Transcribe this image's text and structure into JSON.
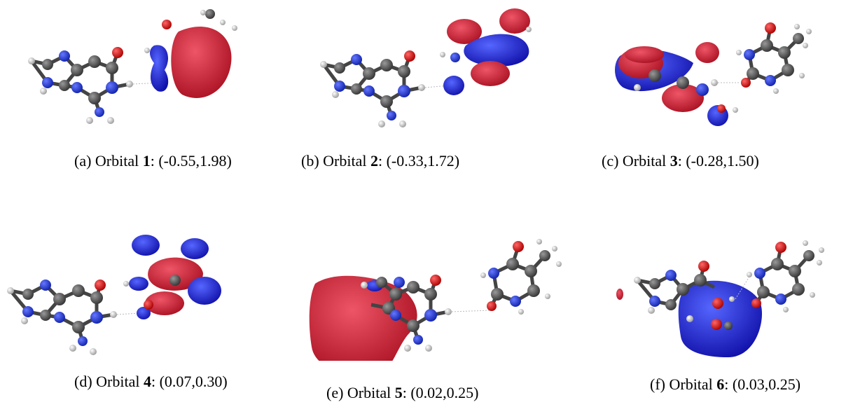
{
  "figure": {
    "panels": [
      {
        "id": "a",
        "label": "(a) Orbital ",
        "number": "1",
        "values": ":  (-0.55,1.98)"
      },
      {
        "id": "b",
        "label": "(b) Orbital ",
        "number": "2",
        "values": ":  (-0.33,1.72)"
      },
      {
        "id": "c",
        "label": "(c) Orbital ",
        "number": "3",
        "values": ":  (-0.28,1.50)"
      },
      {
        "id": "d",
        "label": "(d) Orbital ",
        "number": "4",
        "values": ":  (0.07,0.30)"
      },
      {
        "id": "e",
        "label": "(e) Orbital ",
        "number": "5",
        "values": ":  (0.02,0.25)"
      },
      {
        "id": "f",
        "label": "(f) Orbital ",
        "number": "6",
        "values": ":  (0.03,0.25)"
      }
    ],
    "colors": {
      "lobe_positive": "#cc2233",
      "lobe_negative": "#2222cc",
      "carbon": "#555555",
      "nitrogen": "#2233cc",
      "oxygen": "#cc1111",
      "hydrogen": "#eeeeee"
    }
  }
}
